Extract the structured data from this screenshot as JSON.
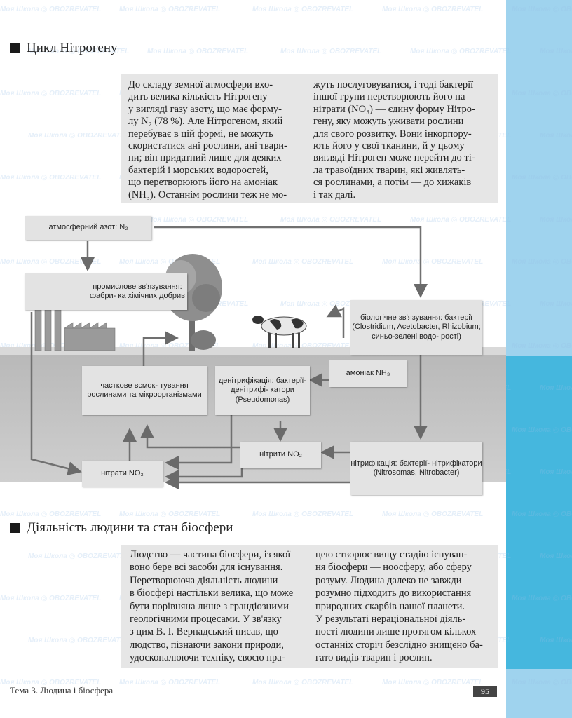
{
  "section1": {
    "title": "Цикл Нітрогену"
  },
  "intro": {
    "left": [
      "До складу земної атмосфери вхо-",
      "дить велика кількість Нітрогену",
      "у вигляді газу азоту, що має форму-",
      "лу N₂ (78 %). Але Нітрогеном, який",
      "перебуває в цій формі, не можуть",
      "скористатися ані рослини, ані твари-",
      "ни; він придатний лише для деяких",
      "бактерій і морських водоростей,",
      "що перетворюють його на амоніак",
      "(NH₃). Останнім рослини теж не мо-"
    ],
    "right": [
      "жуть послуговуватися, і тоді бактерії",
      "іншої групи перетворюють його на",
      "нітрати (NO₃) — єдину форму Нітро-",
      "гену, яку можуть уживати рослини",
      "для свого розвитку. Вони інкорпору-",
      "ють його у свої тканини, й у цьому",
      "вигляді Нітроген може перейти до ті-",
      "ла травоїдних тварин, які живлять-",
      "ся рослинами, а потім — до хижаків",
      "і так далі."
    ]
  },
  "diagram": {
    "atmospheric": "атмосферний азот: N₂",
    "industrial": "промислове зв'язування: фабри- ка хімічних добрив",
    "biological": "біологічне зв'язування: бактерії (Clostridium, Acetobacter, Rhizobium; синьо-зелені водо- рості)",
    "ammonia": "амоніак NH₃",
    "partial": "часткове всмок- тування рослинами та мікроорганізмами",
    "denitrification": "денітрифікація: бактерії-денітрифі- катори (Pseudomonas)",
    "nitrites": "нітрити NO₂",
    "nitrates": "нітрати NO₃",
    "nitrification": "нітрифікація: бактерії- нітрифікатори (Nitrosomas, Nitrobacter)"
  },
  "section2": {
    "title": "Діяльність людини та стан біосфери"
  },
  "body2": {
    "left": [
      "Людство — частина біосфери, із якої",
      "воно бере всі засоби для існування.",
      "Перетворююча діяльність людини",
      "в біосфері настільки велика, що може",
      "бути порівняна лише з грандіозними",
      "геологічними процесами. У зв'язку",
      "з цим В. І. Вернадський писав, що",
      "людство, пізнаючи закони природи,",
      "удосконалюючи техніку, своєю пра-"
    ],
    "right": [
      "цею створює вищу стадію існуван-",
      "ня біосфери — ноосферу, або сферу",
      "розуму. Людина далеко не завжди",
      "розумно підходить до використання",
      "природних скарбів нашої планети.",
      "У результаті нераціональної діяль-",
      "ності людини лише протягом кількох",
      "останніх сторіч безслідно знищено ба-",
      "гато видів тварин і рослин."
    ]
  },
  "footer": {
    "text": "Тема 3.   Людина і біосфера",
    "page": "95"
  },
  "watermark": {
    "school": "Моя Школа",
    "site": "OBOZREVATEL"
  },
  "colors": {
    "side_light": "#9fd3ee",
    "side_dark": "#45b7de",
    "box_gray": "#e6e6e6"
  }
}
